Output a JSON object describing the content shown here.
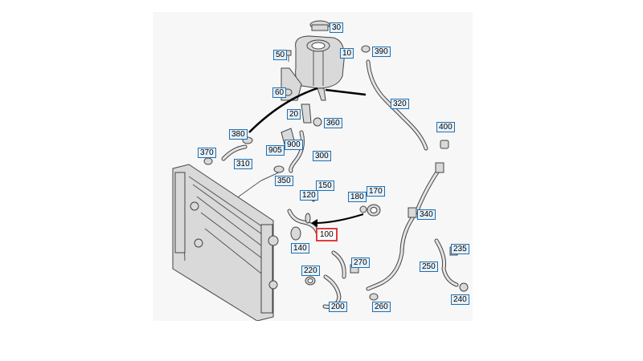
{
  "diagram": {
    "highlight_color": "#e23b3b",
    "callout_color": "#1f6fb0",
    "callouts": [
      {
        "id": "30",
        "label": "30"
      },
      {
        "id": "10",
        "label": "10"
      },
      {
        "id": "390",
        "label": "390"
      },
      {
        "id": "50",
        "label": "50"
      },
      {
        "id": "60",
        "label": "60"
      },
      {
        "id": "320",
        "label": "320"
      },
      {
        "id": "20",
        "label": "20"
      },
      {
        "id": "360",
        "label": "360"
      },
      {
        "id": "400",
        "label": "400"
      },
      {
        "id": "380",
        "label": "380"
      },
      {
        "id": "900",
        "label": "900"
      },
      {
        "id": "905",
        "label": "905"
      },
      {
        "id": "300",
        "label": "300"
      },
      {
        "id": "370",
        "label": "370"
      },
      {
        "id": "310",
        "label": "310"
      },
      {
        "id": "350",
        "label": "350"
      },
      {
        "id": "150",
        "label": "150"
      },
      {
        "id": "120",
        "label": "120"
      },
      {
        "id": "170",
        "label": "170"
      },
      {
        "id": "180",
        "label": "180"
      },
      {
        "id": "340",
        "label": "340"
      },
      {
        "id": "100",
        "label": "100",
        "highlighted": true
      },
      {
        "id": "140",
        "label": "140"
      },
      {
        "id": "235",
        "label": "235"
      },
      {
        "id": "270",
        "label": "270"
      },
      {
        "id": "250",
        "label": "250"
      },
      {
        "id": "220",
        "label": "220"
      },
      {
        "id": "240",
        "label": "240"
      },
      {
        "id": "200",
        "label": "200"
      },
      {
        "id": "260",
        "label": "260"
      }
    ]
  }
}
